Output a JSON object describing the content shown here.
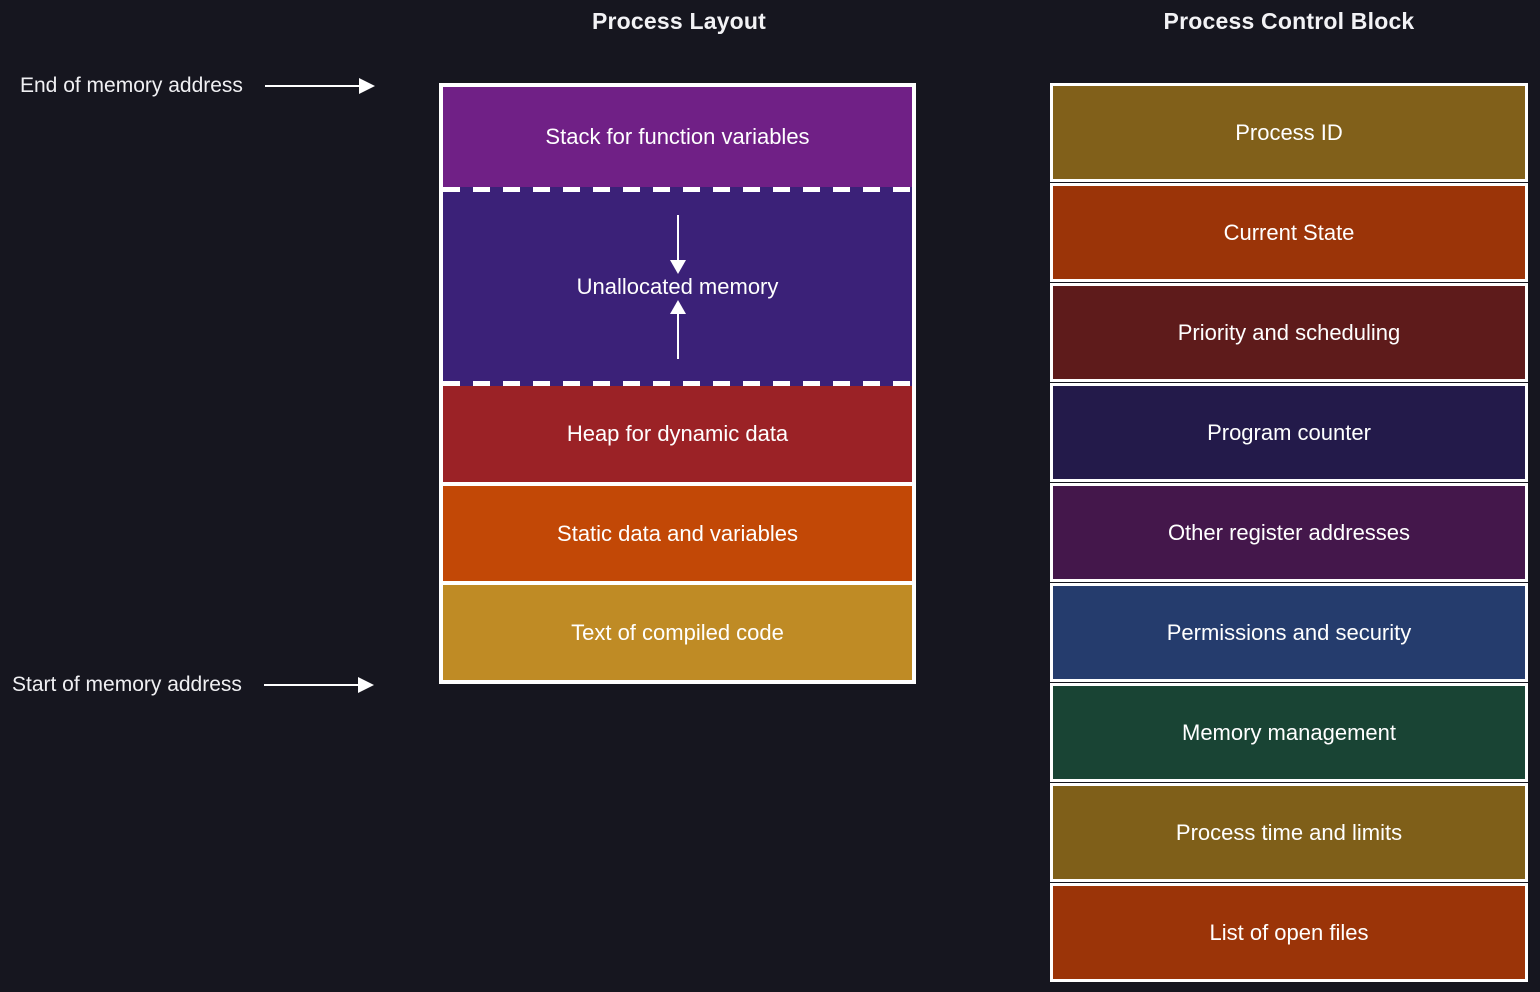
{
  "background_color": "#16161f",
  "titles": {
    "left": "Process Layout",
    "right": "Process Control Block"
  },
  "annotations": [
    {
      "label": "End of memory address",
      "arrow": "arrow-right"
    },
    {
      "label": "Start of memory address",
      "arrow": "arrow-right"
    }
  ],
  "process_layout": {
    "segments": [
      {
        "label": "Stack for function variables",
        "color": "#702086"
      },
      {
        "label": "Unallocated memory",
        "color": "#3b2178",
        "arrows": [
          "arrow-down",
          "arrow-up"
        ]
      },
      {
        "label": "Heap for dynamic data",
        "color": "#9b2226"
      },
      {
        "label": "Static data and variables",
        "color": "#c24806"
      },
      {
        "label": "Text of compiled code",
        "color": "#bf8b25"
      }
    ],
    "separators": [
      "dashed-white",
      "dashed-white",
      "solid-white",
      "solid-white"
    ],
    "border_color": "#ffffff"
  },
  "process_control_block": {
    "rows": [
      {
        "label": "Process ID",
        "color": "#81601a"
      },
      {
        "label": "Current State",
        "color": "#9b3408"
      },
      {
        "label": "Priority and scheduling",
        "color": "#5e1b1b"
      },
      {
        "label": "Program counter",
        "color": "#231a4a"
      },
      {
        "label": "Other register addresses",
        "color": "#44174b"
      },
      {
        "label": "Permissions and security",
        "color": "#253c6d"
      },
      {
        "label": "Memory management",
        "color": "#194434"
      },
      {
        "label": "Process time and limits",
        "color": "#7f5f19"
      },
      {
        "label": "List of open files",
        "color": "#9b3408"
      }
    ],
    "border_color": "#ffffff"
  }
}
